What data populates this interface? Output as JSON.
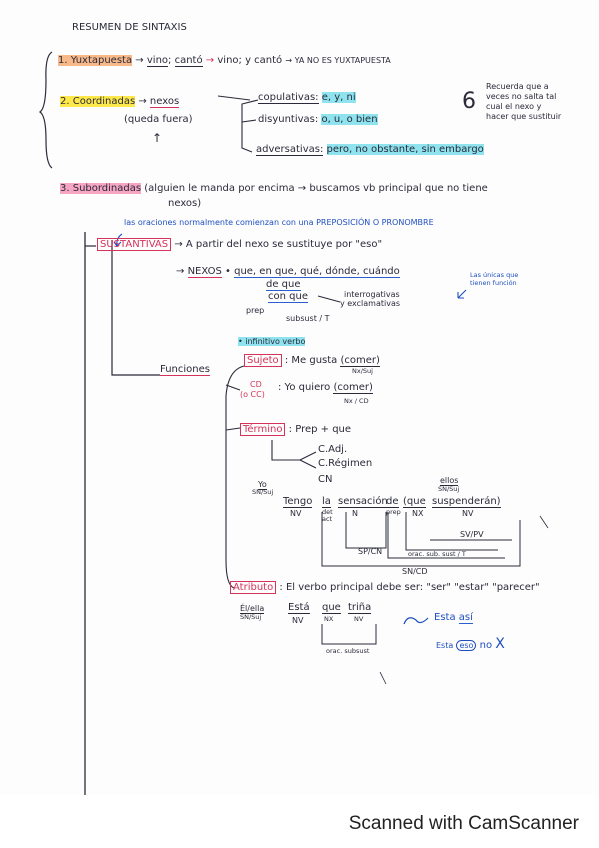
{
  "title": "RESUMEN DE SINTAXIS",
  "s1": {
    "num": "1.",
    "label": "Yuxtapuesta",
    "arrow": "→",
    "w1": "vino",
    "semi": ";",
    "w2": "cantó",
    "arrow2": "→",
    "example": "vino; y cantó",
    "conclusion": "→ YA NO ES YUXTAPUESTA"
  },
  "s2": {
    "label": "2. Coordinadas",
    "arrow": "→",
    "nexos": "nexos",
    "queda": "(queda fuera)",
    "up_arrow": "↑",
    "copulativas_label": "copulativas:",
    "copulativas_value": "e, y, ni",
    "disyuntivas_label": "disyuntivas:",
    "disyuntivas_value": "o, u, o bien",
    "adversativas_label": "adversativas:",
    "adversativas_value": "pero, no obstante, sin embargo",
    "note_num": "6",
    "note_lines": [
      "Recuerda que a",
      "veces no salta tal",
      "cual el nexo y",
      "hacer que sustituir"
    ]
  },
  "s3": {
    "label": "3. Subordinadas",
    "desc1": "(alguien le manda por encima → buscamos vb principal que no tiene",
    "desc2": "nexos)",
    "pronote": "las oraciones normalmente comienzan con una PREPOSICIÓN O PRONOMBRE",
    "sustantivas": "SUSTANTIVAS",
    "sust_arrow": "→ A partir del nexo se sustituye por \"eso\"",
    "nexos_arrow": "→",
    "nexos_label": "NEXOS",
    "nexos_bullet": "•",
    "nexos_list": "que, en que, qué, dónde, cuándo",
    "de_que": "de que",
    "con_que": "con que",
    "prep": "prep",
    "subsust": "subsust / T",
    "interrog1": "interrogativas",
    "interrog2": "y exclamativas",
    "unicas1": "Las únicas que",
    "unicas2": "tienen función",
    "infinitivo": "• infinitivo verbo",
    "funciones": "Funciones",
    "sujeto_label": "Sujeto",
    "sujeto_text": ": Me gusta",
    "sujeto_paren": "(comer)",
    "sujeto_sub": "Nx/Suj",
    "cd_label": "CD",
    "cc_label": "(o CC)",
    "cd_text": ": Yo quiero",
    "cd_paren": "(comer)",
    "cd_sub": "Nx / CD",
    "termino_label": "Término",
    "termino_text": ": Prep + que",
    "cadj": "C.Adj.",
    "creg": "C.Régimen",
    "cn": "CN",
    "yo": "Yo",
    "yo_sub": "SN/Suj",
    "tengo": "Tengo",
    "nv": "NV",
    "la": "la",
    "det": "det",
    "act": "act",
    "sensacion": "sensación",
    "n": "N",
    "de": "de",
    "prep2": "prep",
    "paren_que": "(que",
    "nx": "NX",
    "ellos": "ellos",
    "ellos_sub": "SN/Suj",
    "suspenderan": "suspenderán)",
    "nv2": "NV",
    "svpv": "SV/PV",
    "spcn": "SP/CN",
    "oracsub": "orac. sub. sust / T",
    "sncd": "SN/CD",
    "atributo_label": "Atributo",
    "atributo_text": ": El verbo principal debe ser: \"ser\" \"estar\" \"parecer\"",
    "ella": "Él/ella",
    "ella_sub": "SN/Suj",
    "esta": "Está",
    "nv3": "NV",
    "que": "que",
    "nx3": "NX",
    "tiña": "triña",
    "nv4": "NV",
    "orac_subsust": "orac. subsust",
    "esta_asi_1": "Esta",
    "esta_asi_2": "así",
    "esta_eso_1": "Esta",
    "esta_eso_2": "eso",
    "esta_eso_3": "no",
    "cross": "X"
  },
  "footer": "Scanned with CamScanner"
}
